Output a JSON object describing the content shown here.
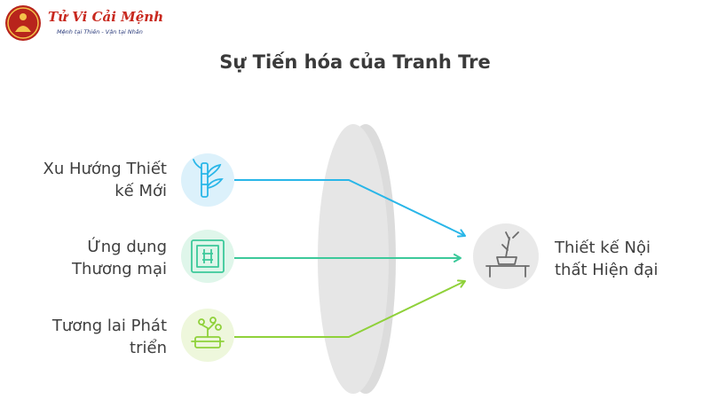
{
  "logo": {
    "title": "Tử Vi Cải Mệnh",
    "subtitle": "Mệnh tại Thiên - Vận tại Nhân"
  },
  "title": "Sự Tiến hóa của Tranh Tre",
  "inputs": [
    {
      "line1": "Xu Hướng Thiết",
      "line2": "kế Mới",
      "icon": "bamboo-icon",
      "color": "#29b6e8",
      "bg": "#dcf1fb"
    },
    {
      "line1": "Ứng dụng",
      "line2": "Thương mại",
      "icon": "framed-bamboo-painting-icon",
      "color": "#3cc99a",
      "bg": "#dff6ea"
    },
    {
      "line1": "Tương lai Phát",
      "line2": "triển",
      "icon": "bonsai-pot-icon",
      "color": "#8fd13a",
      "bg": "#eef7dc"
    }
  ],
  "output": {
    "line1": "Thiết kế Nội",
    "line2": "thất Hiện đại",
    "icon": "bonsai-table-icon",
    "bg": "#e9e9e9"
  }
}
